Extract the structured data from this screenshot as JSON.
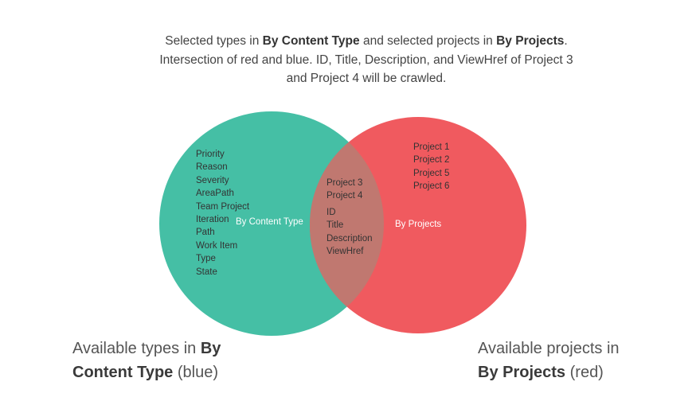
{
  "caption": {
    "part1": "Selected types in ",
    "bold1": "By Content Type",
    "part2": " and selected projects in ",
    "bold2": "By Projects",
    "part3": ". Intersection of red and blue. ID, Title, Description, and ViewHref of Project 3 and Project 4 will be crawled."
  },
  "colors": {
    "blue_circle": "#45bfa5",
    "red_circle": "#f05a5f",
    "intersection": "#c07870"
  },
  "blue_circle": {
    "label": "By Content Type",
    "items": [
      "Priority",
      "Reason",
      "Severity",
      "AreaPath",
      "Team Project",
      "Iteration",
      "Path",
      "Work Item",
      "Type",
      "State"
    ]
  },
  "red_circle": {
    "label": "By Projects",
    "items": [
      "Project 1",
      "Project 2",
      "Project 5",
      "Project 6"
    ]
  },
  "intersection": {
    "projects": [
      "Project 3",
      "Project 4"
    ],
    "fields": [
      "ID",
      "Title",
      "Description",
      "ViewHref"
    ]
  },
  "bottom_left": {
    "part1": "Available types in ",
    "bold1": "By",
    "bold2": "Content Type",
    "part2": " (blue)"
  },
  "bottom_right": {
    "part1": "Available projects in",
    "bold1": "By Projects",
    "part2": " (red)"
  }
}
